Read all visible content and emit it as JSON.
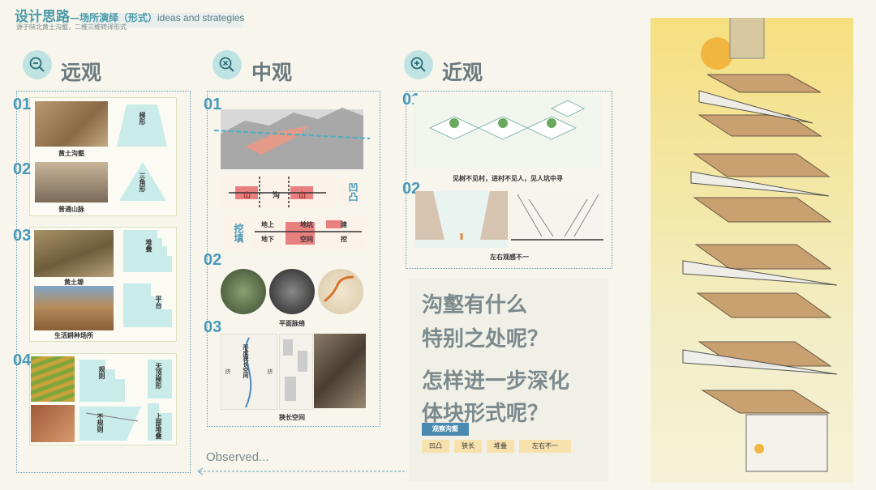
{
  "header": {
    "title": "设计思路",
    "title_sub": "—场所演绎（形式）",
    "title_en": "ideas and strategies",
    "subtitle": "源于陕北黄土沟壑，二维三维转译形式"
  },
  "sections": {
    "far": {
      "heading": "远观",
      "icon": "zoom-out-icon"
    },
    "mid": {
      "heading": "中观",
      "icon": "zoom-out-icon"
    },
    "near": {
      "heading": "近观",
      "icon": "zoom-in-icon"
    }
  },
  "far": {
    "n01": "01",
    "n02": "02",
    "n03": "03",
    "n04": "04",
    "photo1": "黄土沟壑",
    "shape1": "梯形",
    "photo2": "普通山脉",
    "shape2": "三角形",
    "photo3": "黄土塬",
    "shape3a": "堆叠",
    "shape3b": "平台",
    "photo4": "生活耕种场所",
    "shape4a": "规则",
    "shape4b": "不规则",
    "shape4c": "无顶梯形",
    "shape4d": "上部堆叠"
  },
  "mid": {
    "n01": "01",
    "n02": "02",
    "n03": "03",
    "diag_shan1": "山",
    "diag_gou": "沟",
    "diag_shan2": "山",
    "aotu": "凹凸",
    "wa_tian": "挖填",
    "di_shang": "地上",
    "di_keng": "地坑",
    "jian": "建",
    "di_xia": "地下",
    "kong_jian": "空间",
    "wa": "挖",
    "plan_label": "平面脉络",
    "narrow_a": "形成狭长空间",
    "narrow_b": "挤",
    "narrow_c": "挤",
    "narrow_label": "狭长空间"
  },
  "near": {
    "n01": "01",
    "n02": "02",
    "caption1": "见树不见村，进村不见人，见人坑中寻",
    "caption2": "左右观感不一"
  },
  "questions": {
    "q1": "沟壑有什么",
    "q2": "特别之处呢？",
    "q3": "怎样进一步深化",
    "q4": "体块形式呢？",
    "tag": "观察沟壑",
    "chips": [
      "凹凸",
      "狭长",
      "堆叠",
      "左右不一"
    ]
  },
  "observed": "Observed..."
}
